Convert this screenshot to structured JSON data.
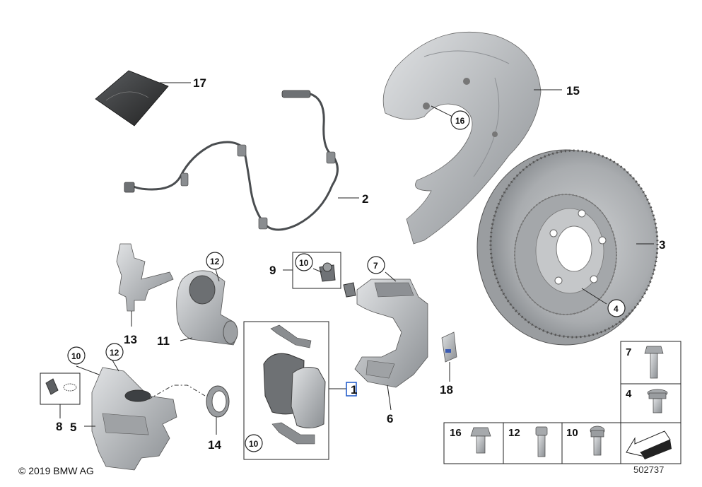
{
  "callouts": [
    {
      "id": "c1",
      "text": "1",
      "highlight": true
    },
    {
      "id": "c2",
      "text": "2"
    },
    {
      "id": "c3",
      "text": "3"
    },
    {
      "id": "c4",
      "text": "4"
    },
    {
      "id": "c5",
      "text": "5"
    },
    {
      "id": "c6",
      "text": "6"
    },
    {
      "id": "c7",
      "text": "7"
    },
    {
      "id": "c8",
      "text": "8"
    },
    {
      "id": "c9",
      "text": "9"
    },
    {
      "id": "c10a",
      "text": "10"
    },
    {
      "id": "c10b",
      "text": "10"
    },
    {
      "id": "c10c",
      "text": "10"
    },
    {
      "id": "c11",
      "text": "11"
    },
    {
      "id": "c12a",
      "text": "12"
    },
    {
      "id": "c12b",
      "text": "12"
    },
    {
      "id": "c13",
      "text": "13"
    },
    {
      "id": "c14",
      "text": "14"
    },
    {
      "id": "c15",
      "text": "15"
    },
    {
      "id": "c16",
      "text": "16"
    },
    {
      "id": "c17",
      "text": "17"
    },
    {
      "id": "c18",
      "text": "18"
    }
  ],
  "table": {
    "right_column": [
      "7",
      "4"
    ],
    "bottom_row": [
      "16",
      "12",
      "10"
    ]
  },
  "footer": {
    "copyright": "© 2019 BMW AG",
    "diagram_number": "502737"
  },
  "colors": {
    "part_fill": "#b9bcbf",
    "part_dark": "#7d8185",
    "part_light": "#d8dadc",
    "highlight_box": "#1a56c9"
  }
}
